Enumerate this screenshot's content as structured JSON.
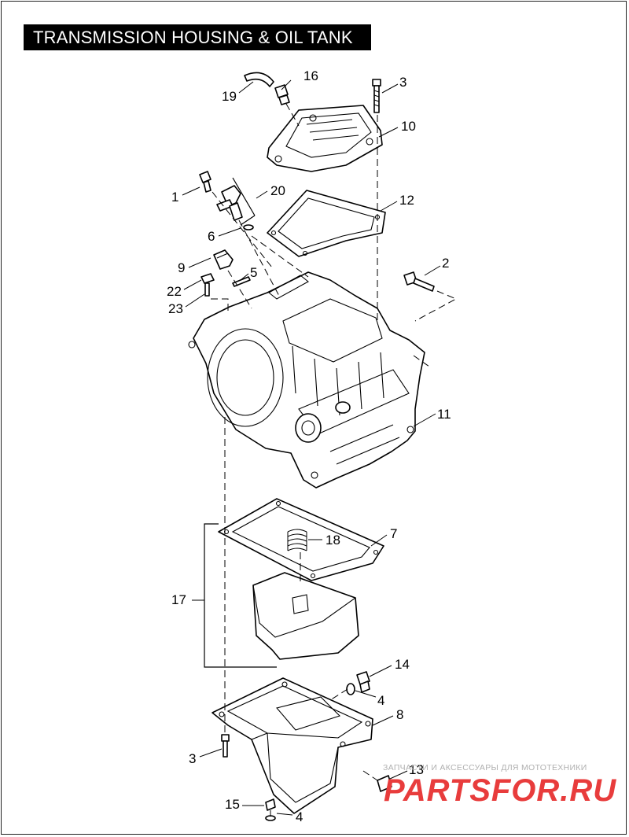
{
  "title": "TRANSMISSION HOUSING & OIL TANK",
  "callouts": {
    "c1": "1",
    "c2": "2",
    "c3a": "3",
    "c3b": "3",
    "c4a": "4",
    "c4b": "4",
    "c5": "5",
    "c6": "6",
    "c7": "7",
    "c8": "8",
    "c9": "9",
    "c10": "10",
    "c11": "11",
    "c12": "12",
    "c13": "13",
    "c14": "14",
    "c15": "15",
    "c16": "16",
    "c17": "17",
    "c18": "18",
    "c19": "19",
    "c20": "20",
    "c22": "22",
    "c23": "23"
  },
  "watermark": {
    "tagline": "ЗАПЧАСТИ И АКСЕССУАРЫ ДЛЯ МОТОТЕХНИКИ",
    "logo": "PARTSFOR.RU",
    "logo_color": "#e83c3c"
  }
}
